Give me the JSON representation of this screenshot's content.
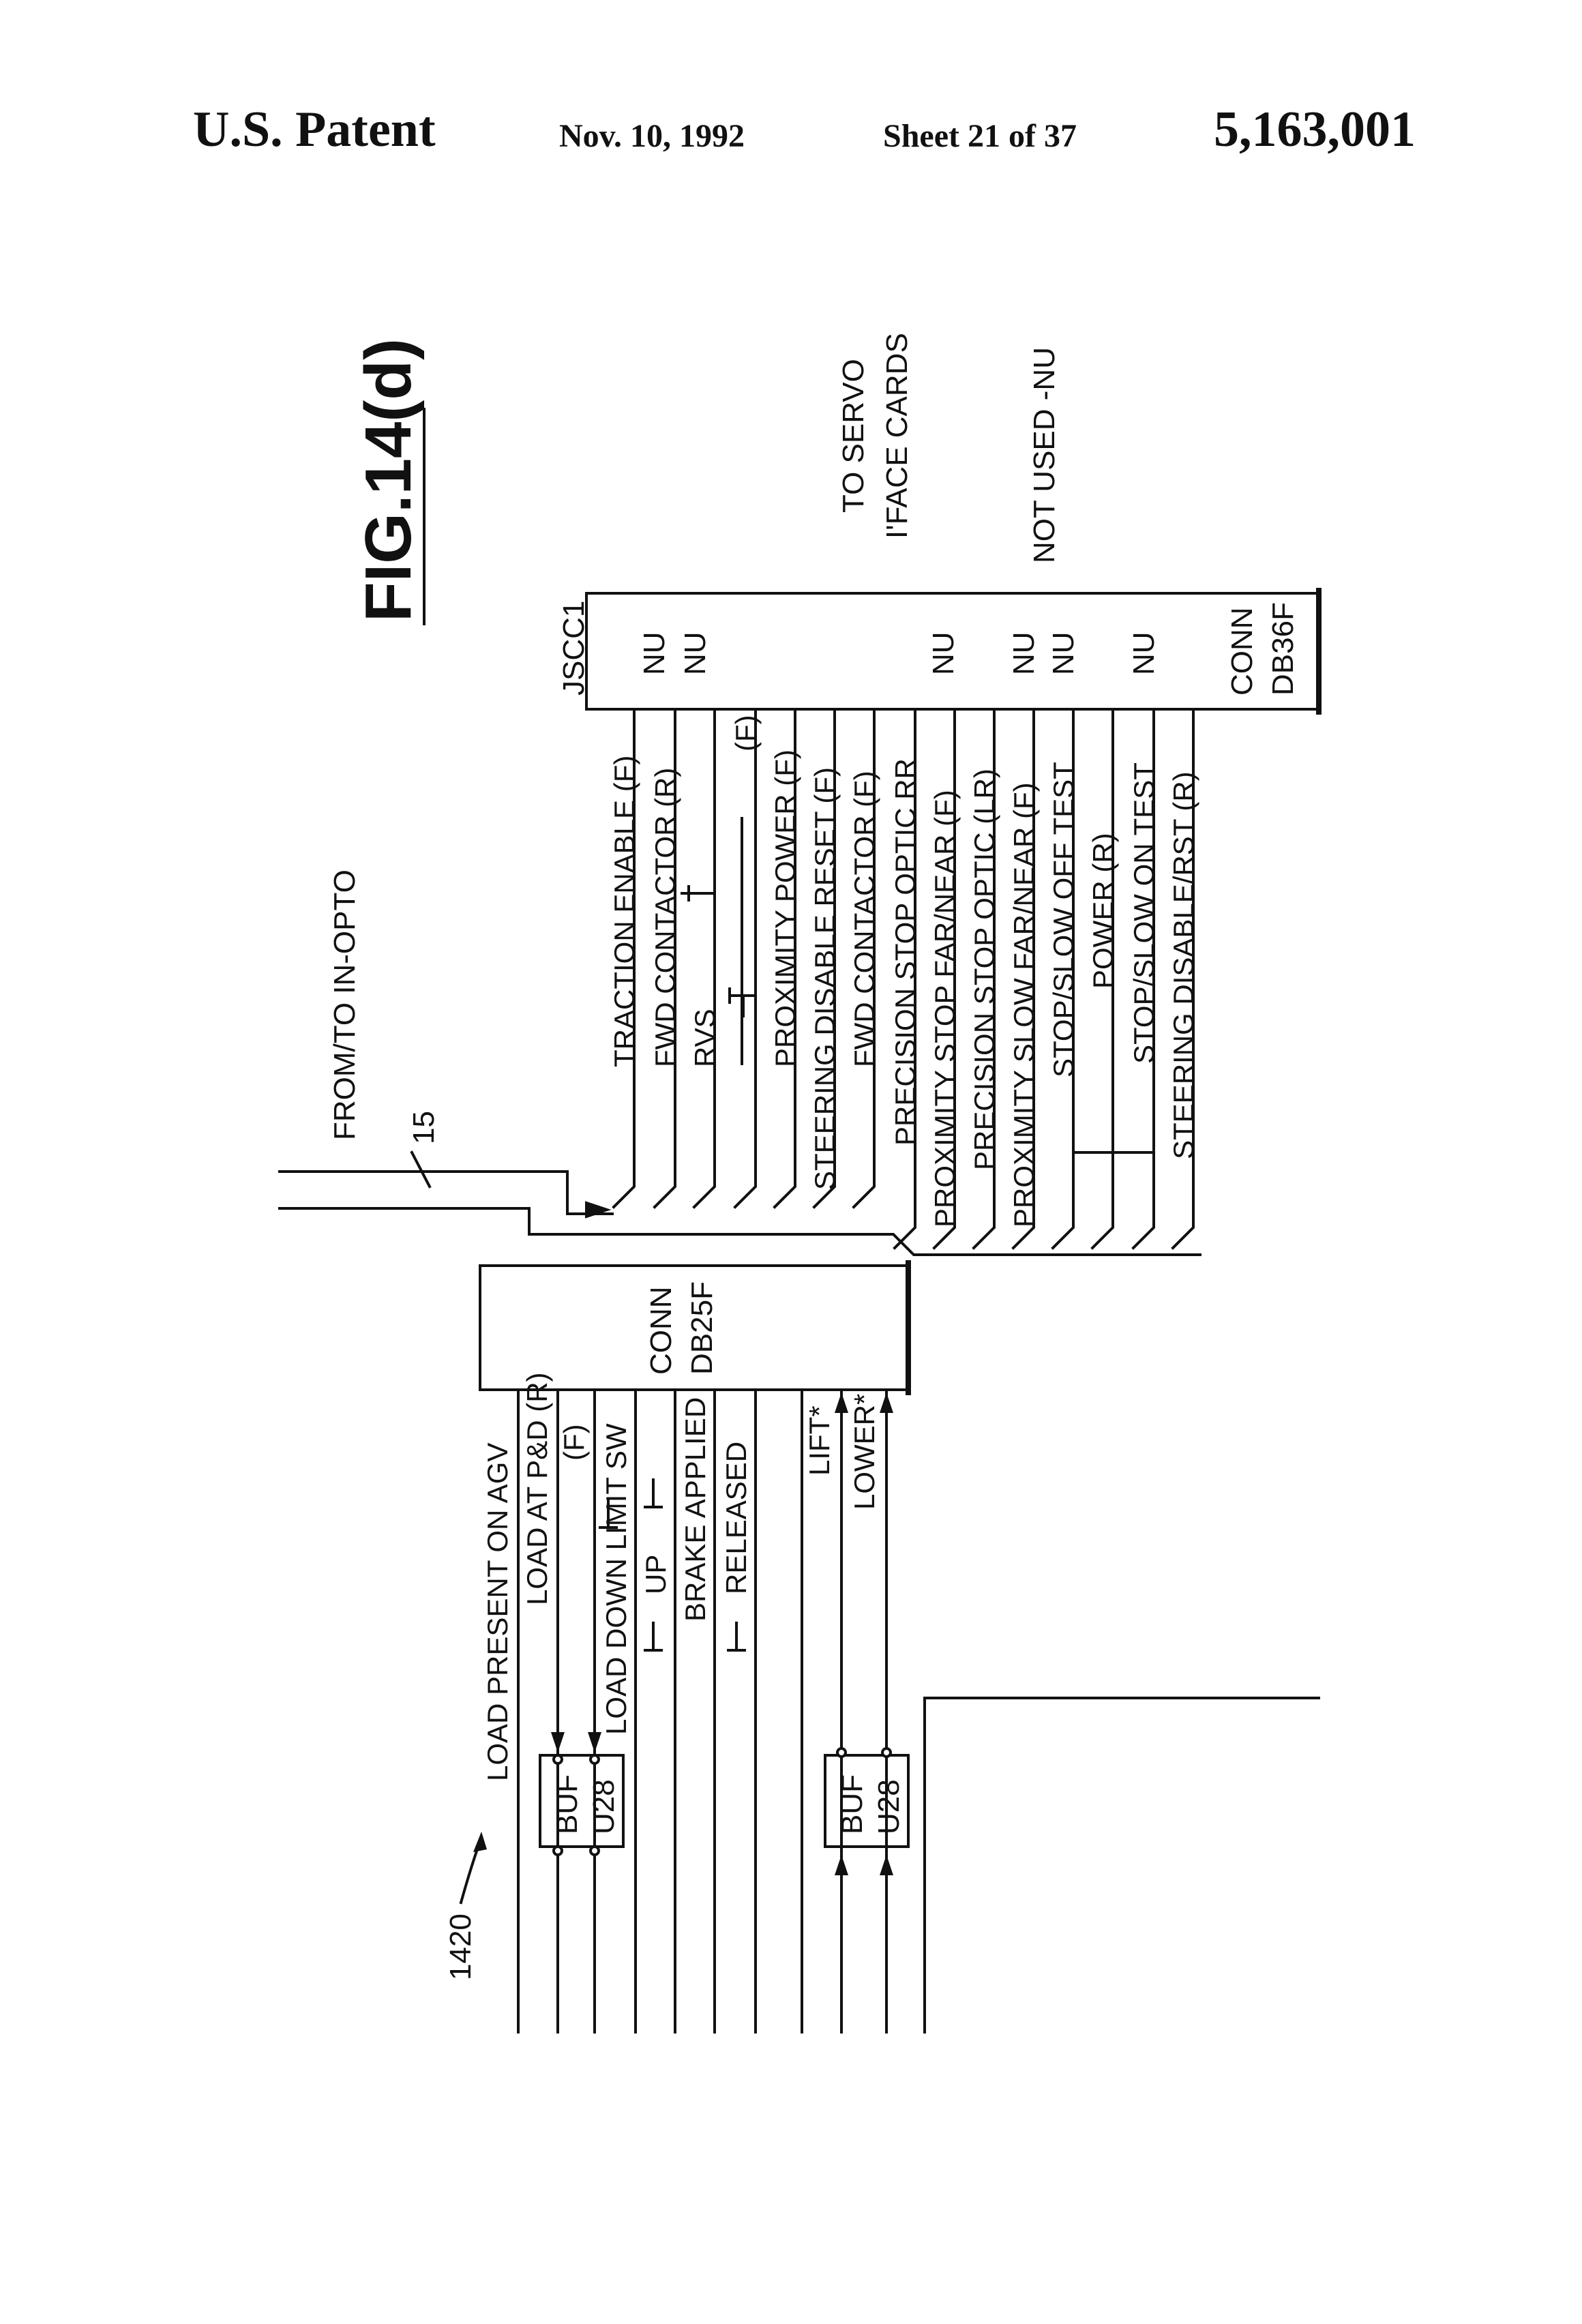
{
  "header": {
    "patent": "U.S. Patent",
    "date": "Nov. 10, 1992",
    "sheet": "Sheet 21 of 37",
    "number": "5,163,001"
  },
  "figure": {
    "title": "FIG.14(d)",
    "reference": "1420",
    "from_to": "FROM/TO IN-OPTO",
    "bus_count": "15",
    "to_servo_line1": "TO SERVO",
    "to_servo_line2": "I'FACE CARDS",
    "not_used": "NOT USED -NU"
  },
  "jscc1": {
    "name": "JSCC1",
    "conn_line1": "CONN",
    "conn_line2": "DB36F",
    "nu_marks": [
      "NU",
      "NU",
      "NU",
      "NU",
      "NU",
      "NU"
    ],
    "signals": [
      "TRACTION ENABLE (F)",
      "FWD CONTACTOR (R)",
      "RVS",
      "(F)",
      "PROXIMITY POWER (F)",
      "STEERING DISABLE RESET (F)",
      "FWD CONTACTOR (F)",
      "PRECISION STOP OPTIC RR",
      "PROXIMITY STOP FAR/NEAR (F)",
      "PRECISION STOP OPTIC (LR)",
      "PROXIMITY SLOW FAR/NEAR (F)",
      "STOP/SLOW OFF TEST",
      "POWER (R)",
      "STOP/SLOW ON TEST",
      "STEERING DISABLE/RST (R)"
    ]
  },
  "db25f": {
    "conn_line1": "CONN",
    "conn_line2": "DB25F",
    "signals": [
      "LOAD PRESENT ON AGV",
      "LOAD AT P&D (R)",
      "(F)",
      "LOAD DOWN LIMIT SW",
      "UP",
      "BRAKE APPLIED",
      "RELEASED",
      "LIFT*",
      "LOWER*"
    ]
  },
  "buffers": [
    {
      "line1": "BUF",
      "line2": "U28"
    },
    {
      "line1": "BUF",
      "line2": "U28"
    }
  ]
}
